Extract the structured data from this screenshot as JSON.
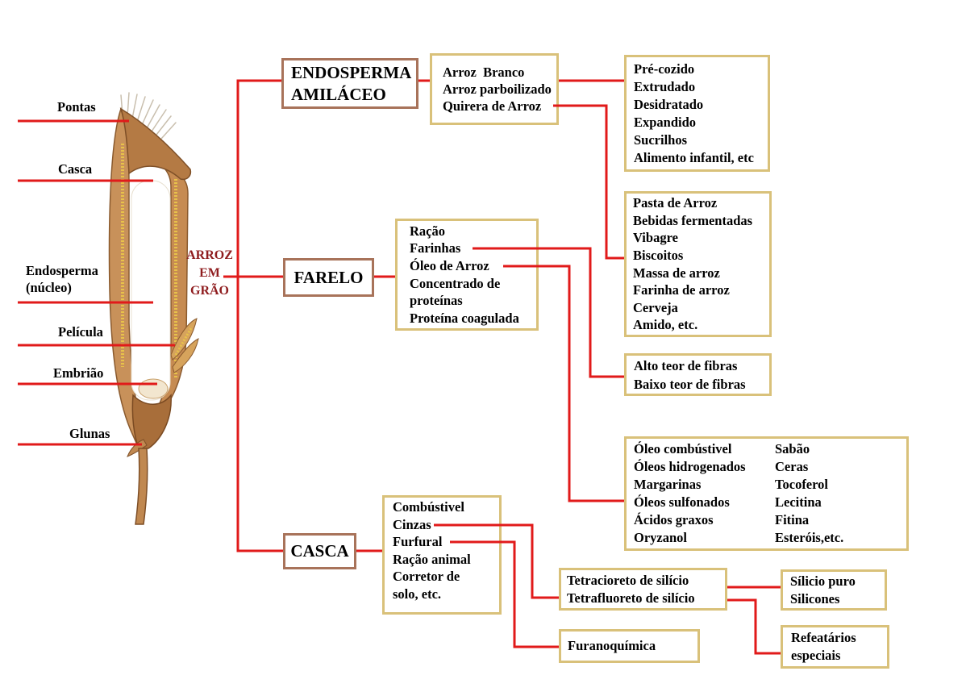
{
  "colors": {
    "connector": "#e11a1a",
    "item_box_border": "#d9c17a",
    "category_box_border": "#a8735a",
    "root_text": "#8f1d1f"
  },
  "grain": {
    "labels": {
      "pontas": "Pontas",
      "casca": "Casca",
      "endosperma": "Endosperma",
      "nucleo": "(núcleo)",
      "pelicula": "Película",
      "embriao": "Embrião",
      "glunas": "Glunas"
    }
  },
  "root": {
    "lines": [
      "ARROZ",
      "EM",
      "GRÃO"
    ]
  },
  "endosperma": {
    "title": [
      "ENDOSPERMA",
      "AMILÁCEO"
    ],
    "products": [
      "Arroz  Branco",
      "Arroz parboilizado",
      "Quirera de Arroz"
    ],
    "processed": [
      "Pré-cozido",
      "Extrudado",
      "Desidratado",
      "Expandido",
      "Sucrilhos",
      "Alimento infantil, etc"
    ],
    "quirera_uses": [
      "Pasta de Arroz",
      "Bebidas fermentadas",
      "Vibagre",
      "Biscoitos",
      "Massa de arroz",
      "Farinha de arroz",
      "Cerveja",
      "Amido, etc."
    ]
  },
  "farelo": {
    "title": "FARELO",
    "products": [
      "Ração",
      "Farinhas",
      "Óleo de Arroz",
      "Concentrado de",
      "proteínas",
      "Proteína coagulada"
    ],
    "farinhas_uses": [
      "Alto teor de fibras",
      "Baixo teor de fibras"
    ],
    "oleo_uses_col1": [
      "Óleo combústivel",
      "Óleos hidrogenados",
      "Margarinas",
      "Óleos sulfonados",
      "Ácidos graxos",
      "Oryzanol"
    ],
    "oleo_uses_col2": [
      "Sabão",
      "Ceras",
      "Tocoferol",
      "Lecitina",
      "Fitina",
      "Esteróis,etc."
    ]
  },
  "casca": {
    "title": "CASCA",
    "products": [
      "Combústivel",
      "Cinzas",
      "Furfural",
      "Ração animal",
      "Corretor de",
      "solo, etc."
    ],
    "cinzas_uses": [
      "Tetracioreto de silício",
      "Tetrafluoreto de silício"
    ],
    "silicio_uses": [
      "Sílicio puro",
      "Silicones"
    ],
    "refractory_uses": [
      "Refeatários",
      "especiais"
    ],
    "furfural_uses": [
      "Furanoquímica"
    ]
  }
}
